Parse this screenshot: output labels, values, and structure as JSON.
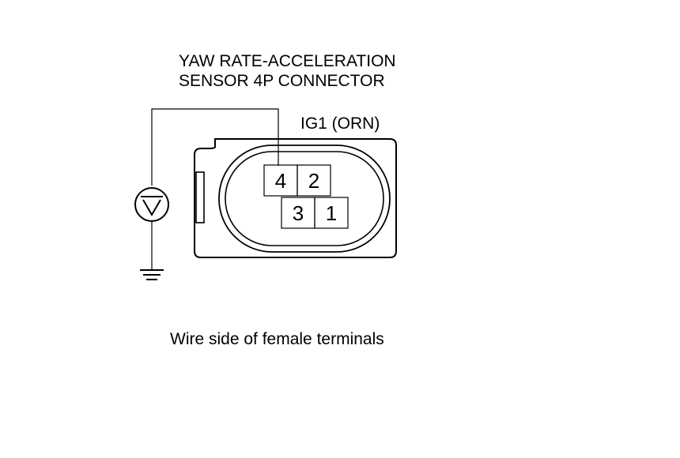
{
  "title": {
    "line1": "YAW RATE-ACCELERATION",
    "line2": "SENSOR 4P CONNECTOR"
  },
  "wire_label": "IG1 (ORN)",
  "connector": {
    "pins": [
      {
        "id": "pin-4",
        "label": "4"
      },
      {
        "id": "pin-2",
        "label": "2"
      },
      {
        "id": "pin-3",
        "label": "3"
      },
      {
        "id": "pin-1",
        "label": "1"
      }
    ]
  },
  "meter": {
    "symbol": "V"
  },
  "caption": "Wire side of female terminals",
  "colors": {
    "line": "#000000",
    "background": "#ffffff"
  }
}
